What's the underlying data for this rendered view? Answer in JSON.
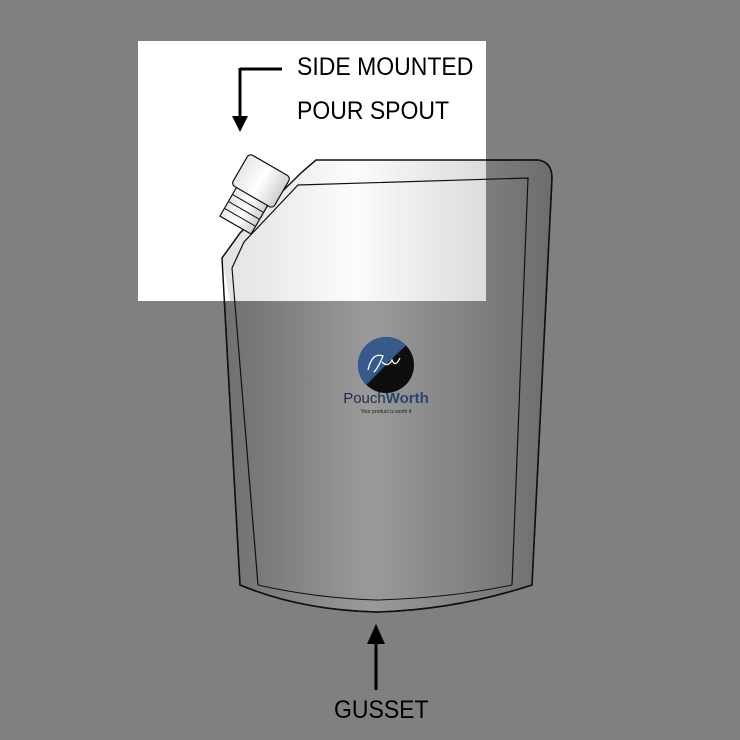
{
  "labels": {
    "spout_line1": "SIDE MOUNTED",
    "spout_line2": "POUR SPOUT",
    "gusset": "GUSSET"
  },
  "brand": {
    "name_part1": "Pouch",
    "name_part2": "Worth",
    "tagline": "Your product is worth it",
    "primary_color": "#27466f"
  },
  "colors": {
    "background": "#808080",
    "highlight_panel": "#ffffff",
    "outline": "#111111"
  }
}
